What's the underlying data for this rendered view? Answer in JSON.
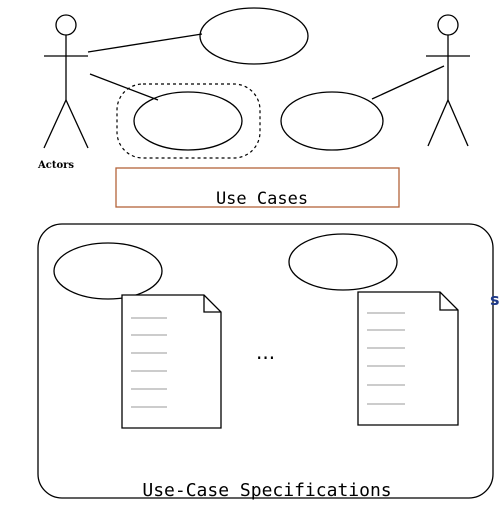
{
  "labels": {
    "actors": "Actors",
    "use_cases": "Use Cases",
    "use_case_specifications": "Use-Case Specifications",
    "ellipsis": "...",
    "edge_fragment": "s"
  },
  "colors": {
    "line": "#000000",
    "use_cases_box_border": "#b4633a",
    "edge_fragment": "#1f3a8a",
    "doc_dash": "#9a9a9a"
  },
  "icons": [
    "stick-figure-actor-icon",
    "document-icon"
  ]
}
